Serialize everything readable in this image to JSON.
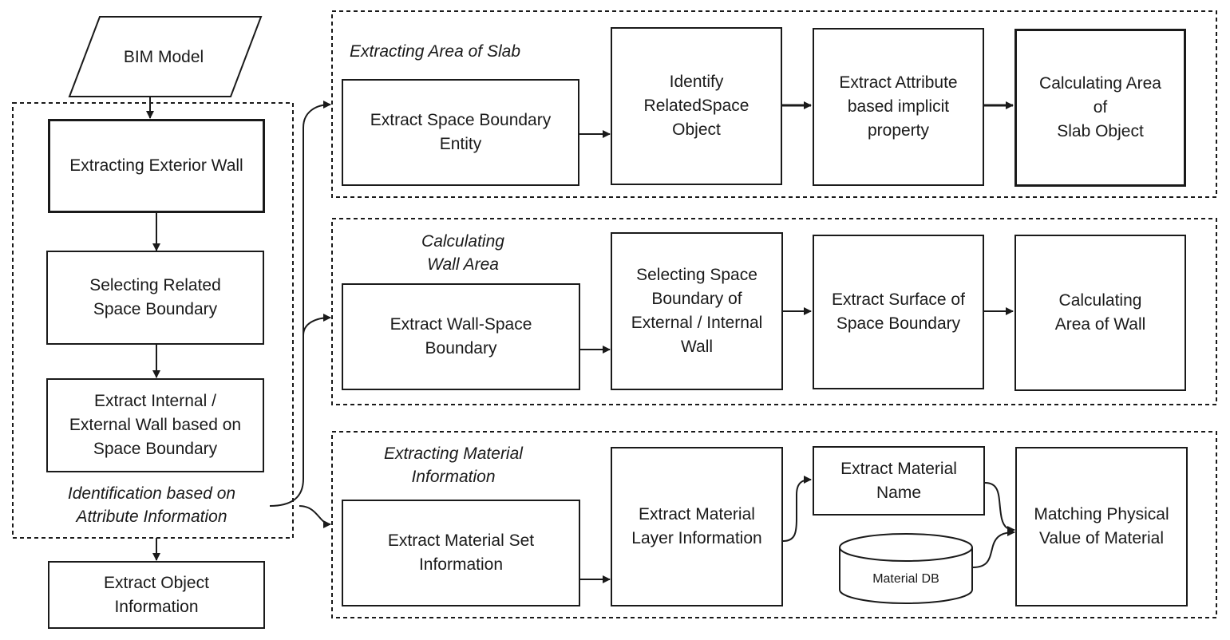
{
  "left": {
    "bim_model": "BIM Model",
    "extract_exterior_wall": "Extracting Exterior Wall",
    "select_related_boundary": "Selecting Related\nSpace Boundary",
    "extract_internal_external": "Extract Internal /\nExternal Wall based on\nSpace Boundary",
    "group_label": "Identification based on\nAttribute Information",
    "extract_object_info": "Extract Object\nInformation"
  },
  "slab": {
    "title": "Extracting Area of Slab",
    "steps": [
      "Extract Space Boundary\nEntity",
      "Identify\nRelatedSpace\nObject",
      "Extract Attribute\nbased implicit\nproperty",
      "Calculating Area\nof\nSlab Object"
    ]
  },
  "wall": {
    "title": "Calculating\nWall Area",
    "steps": [
      "Extract Wall-Space\nBoundary",
      "Selecting Space\nBoundary  of\nExternal / Internal\nWall",
      "Extract Surface of\nSpace Boundary",
      "Calculating\nArea of Wall"
    ]
  },
  "material": {
    "title": "Extracting Material\nInformation",
    "steps": [
      "Extract Material Set\nInformation",
      "Extract Material\nLayer Information",
      "Extract Material\nName",
      "Matching Physical\nValue of Material"
    ],
    "db_label": "Material DB"
  }
}
